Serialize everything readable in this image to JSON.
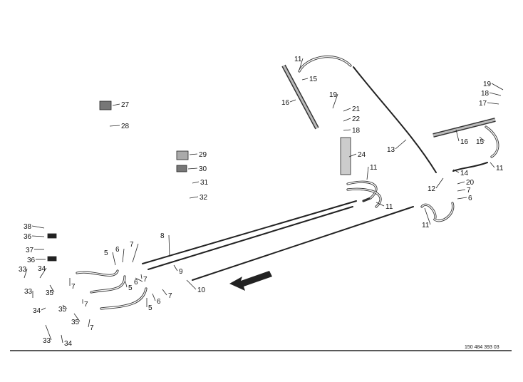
{
  "diagram": {
    "drawing_number": "150 484 393 03",
    "labels": [
      "27",
      "28",
      "29",
      "30",
      "31",
      "32",
      "11",
      "15",
      "16",
      "19",
      "21",
      "22",
      "18",
      "24",
      "11",
      "11",
      "13",
      "12",
      "20",
      "7",
      "6",
      "11",
      "14",
      "11",
      "16",
      "15",
      "19",
      "18",
      "17",
      "8",
      "9",
      "10",
      "38",
      "36",
      "37",
      "36",
      "33",
      "34",
      "33",
      "35",
      "7",
      "34",
      "35",
      "7",
      "33",
      "35",
      "7",
      "34",
      "5",
      "6",
      "7",
      "5",
      "6",
      "7",
      "7",
      "6",
      "5"
    ]
  }
}
